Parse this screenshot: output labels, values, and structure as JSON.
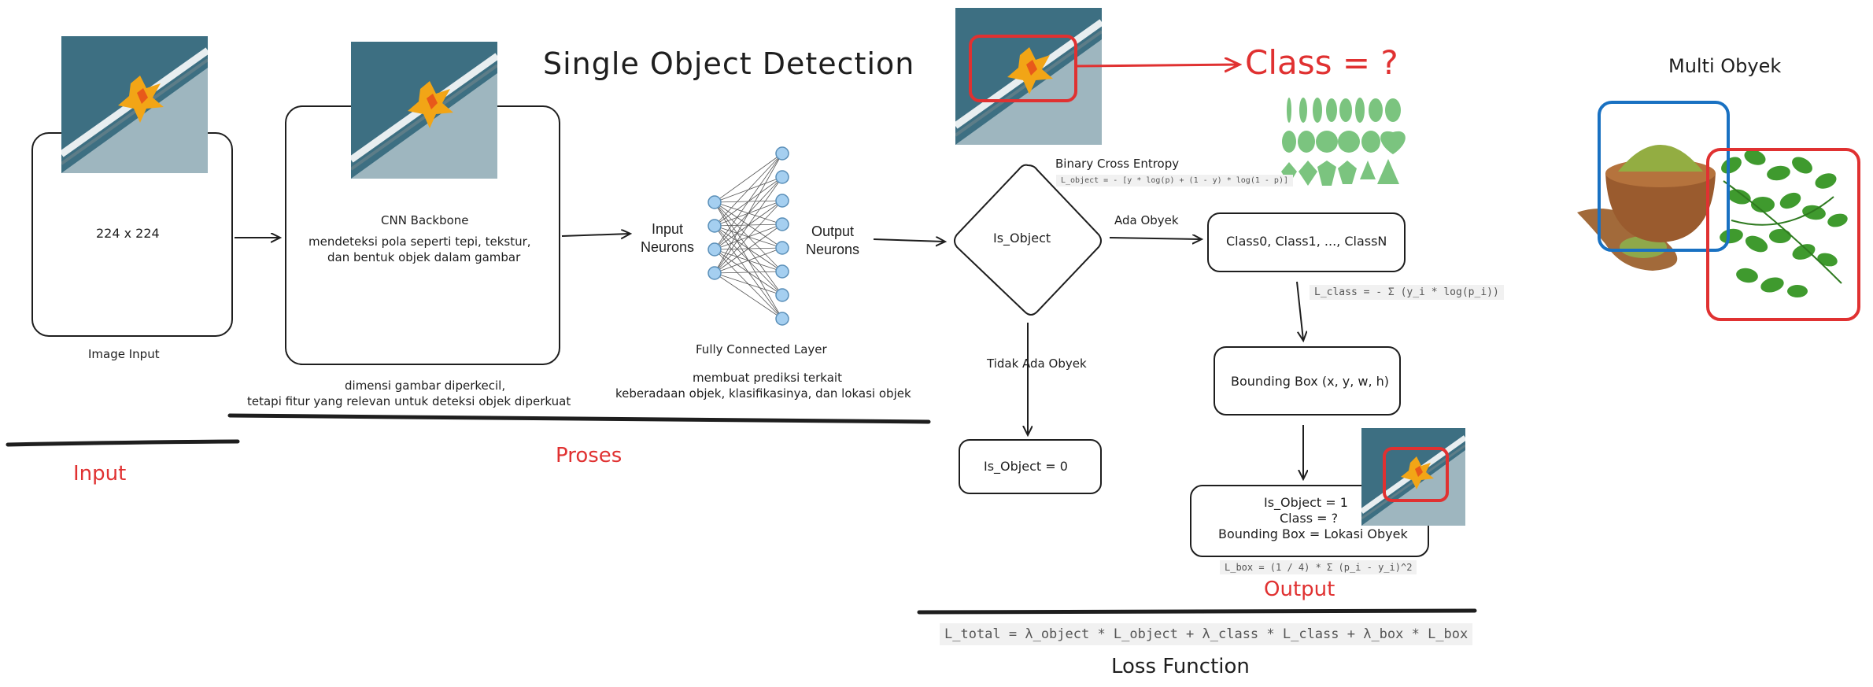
{
  "title": "Single Object Detection",
  "input": {
    "image_size": "224 x 224",
    "caption": "Image Input",
    "section_label": "Input"
  },
  "cnn": {
    "title": "CNN Backbone",
    "desc_line1": "mendeteksi pola seperti tepi, tekstur,",
    "desc_line2": "dan bentuk objek dalam gambar",
    "note_line1": "dimensi gambar diperkecil,",
    "note_line2": "tetapi fitur yang relevan untuk deteksi objek diperkuat"
  },
  "fc": {
    "input_label_1": "Input",
    "input_label_2": "Neurons",
    "output_label_1": "Output",
    "output_label_2": "Neurons",
    "layer_label": "Fully Connected Layer",
    "note_line1": "membuat prediksi terkait",
    "note_line2": "keberadaan objek, klasifikasinya, dan lokasi objek"
  },
  "proses_label": "Proses",
  "class_query": "Class = ?",
  "decision": {
    "label": "Is_Object",
    "bce_title": "Binary Cross Entropy",
    "bce_formula": "L_object = - [y * log(p) + (1 - y) * log(1 - p)]",
    "yes_label": "Ada Obyek",
    "no_label": "Tidak Ada Obyek",
    "no_result": "Is_Object = 0"
  },
  "classes": {
    "label": "Class0, Class1, ..., ClassN",
    "loss": "L_class = - Σ (y_i * log(p_i))"
  },
  "bbox": {
    "label": "Bounding Box (x, y, w, h)"
  },
  "result": {
    "line1": "Is_Object = 1",
    "line2": "Class = ?",
    "line3": "Bounding Box = Lokasi Obyek",
    "loss": "L_box = (1 / 4) * Σ (p_i - y_i)^2"
  },
  "output_label": "Output",
  "loss_function": {
    "formula": "L_total = λ_object * L_object + λ_class * L_class + λ_box * L_box",
    "label": "Loss Function"
  },
  "multi": {
    "title": "Multi Obyek"
  },
  "colors": {
    "red": "#e03131",
    "blue": "#1971c2",
    "ink": "#1e1e1e",
    "leaf_green": "#7bc47f"
  }
}
